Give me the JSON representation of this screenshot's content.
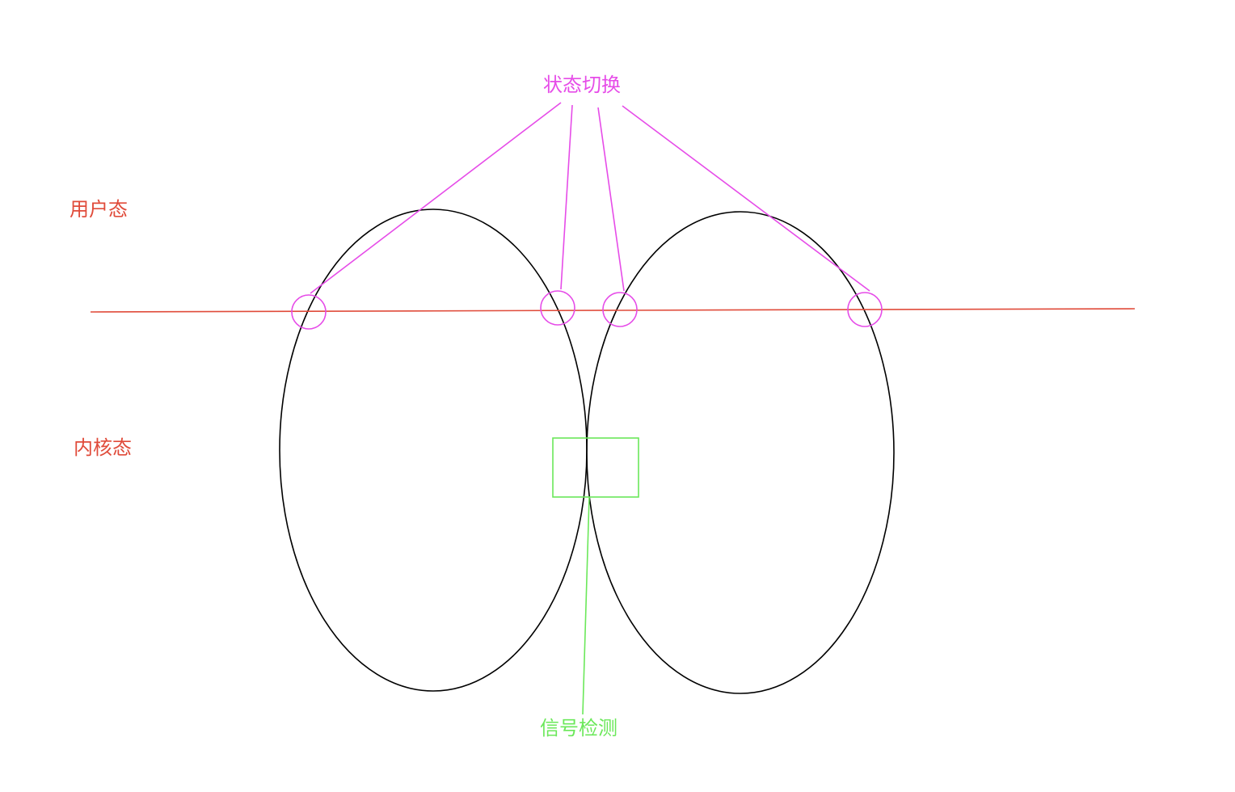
{
  "labels": {
    "user_mode": "用户态",
    "kernel_mode": "内核态",
    "state_switch": "状态切换",
    "signal_check": "信号检测"
  },
  "colors": {
    "boundary": "#e04b3a",
    "user_mode_text": "#e04b3a",
    "kernel_mode_text": "#e04b3a",
    "state_switch": "#e64ce8",
    "signal_check": "#6be85a",
    "ellipse_stroke": "#000000",
    "background": "#ffffff"
  }
}
